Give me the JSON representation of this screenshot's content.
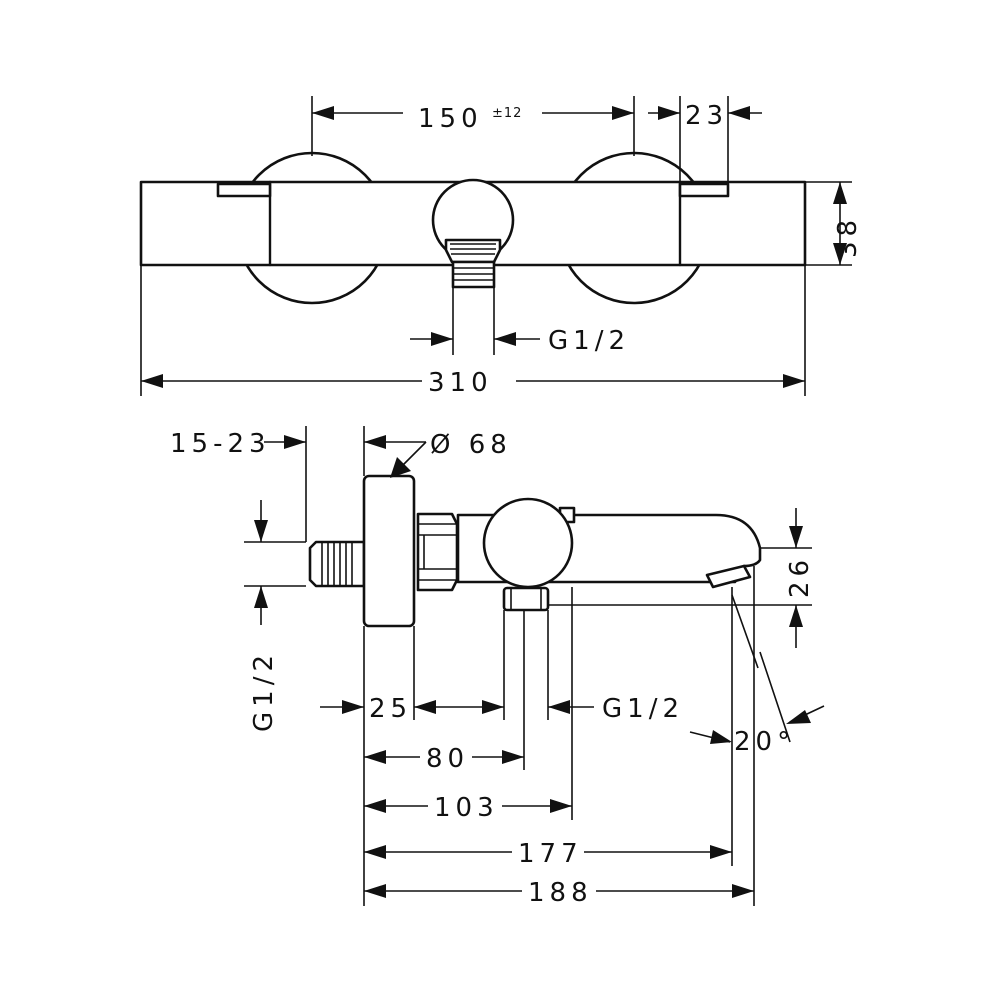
{
  "top_view": {
    "dim_center_distance": "150",
    "dim_center_tolerance": "±12",
    "dim_offset": "23",
    "dim_height": "38",
    "dim_connection": "G1/2",
    "dim_total_width": "310"
  },
  "side_view": {
    "dim_wall_projection": "15-23",
    "dim_rosette_diameter": "Ø 68",
    "dim_inlet_thread": "G1/2",
    "dim_rosette_depth": "25",
    "dim_outlet_thread": "G1/2",
    "dim_spout_height": "26",
    "dim_spout_angle": "20°",
    "dim_80": "80",
    "dim_103": "103",
    "dim_177": "177",
    "dim_188": "188"
  }
}
